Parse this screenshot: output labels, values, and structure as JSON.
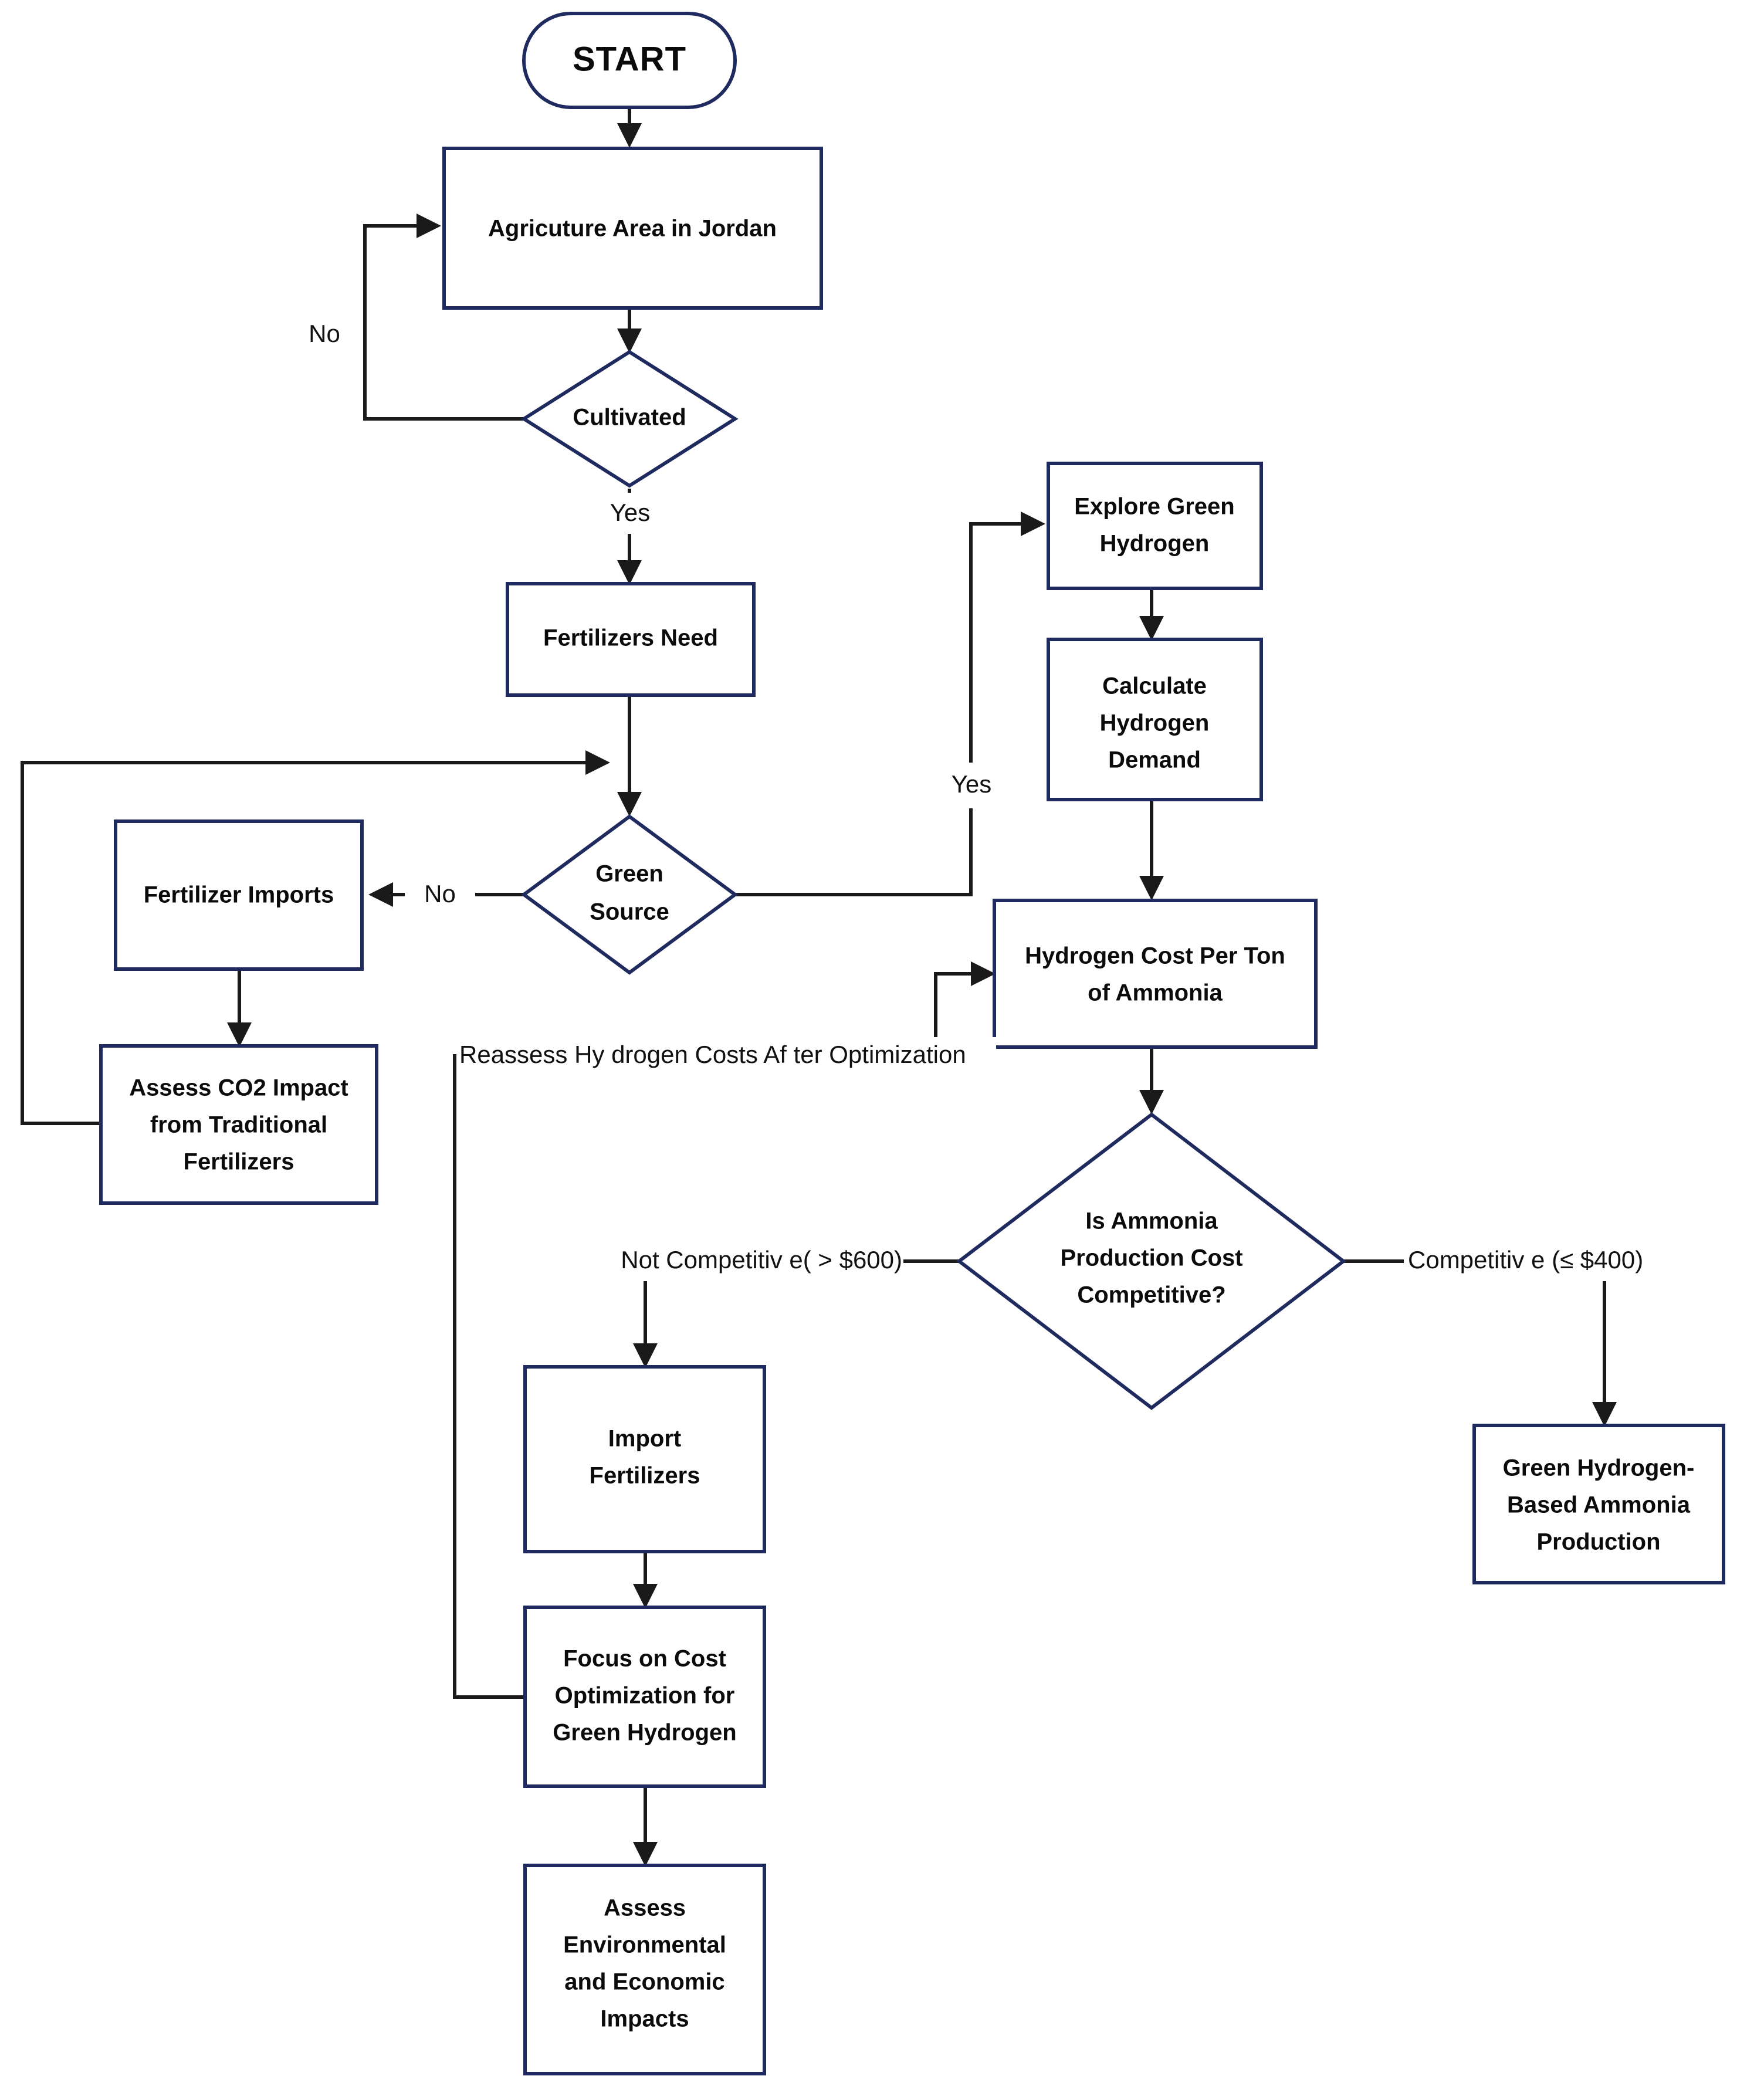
{
  "diagram": {
    "title": "Green Hydrogen Ammonia Fertilizer Decision Flowchart",
    "colors": {
      "node_border": "#1F2A5E",
      "node_fill": "#ffffff",
      "edge_stroke": "#1a1a1a",
      "text": "#0b0b0b",
      "background": "#ffffff"
    },
    "nodes": [
      {
        "id": "start",
        "shape": "stadium",
        "lines": [
          "START"
        ]
      },
      {
        "id": "agri_area",
        "shape": "rectangle",
        "lines": [
          "Agricuture Area in Jordan"
        ]
      },
      {
        "id": "cultivated",
        "shape": "diamond",
        "lines": [
          "Cultivated"
        ]
      },
      {
        "id": "fert_need",
        "shape": "rectangle",
        "lines": [
          "Fertilizers Need"
        ]
      },
      {
        "id": "green_source",
        "shape": "diamond",
        "lines": [
          "Green",
          "Source"
        ]
      },
      {
        "id": "fert_imports",
        "shape": "rectangle",
        "lines": [
          "Fertilizer Imports"
        ]
      },
      {
        "id": "assess_co2",
        "shape": "rectangle",
        "lines": [
          "Assess CO2 Impact",
          "from Traditional",
          "Fertilizers"
        ]
      },
      {
        "id": "explore_h2",
        "shape": "rectangle",
        "lines": [
          "Explore Green",
          "Hydrogen"
        ]
      },
      {
        "id": "calc_h2_demand",
        "shape": "rectangle",
        "lines": [
          "Calculate",
          "Hydrogen",
          "Demand"
        ]
      },
      {
        "id": "h2_cost_ton",
        "shape": "rectangle",
        "lines": [
          "Hydrogen Cost Per Ton",
          "of Ammonia"
        ]
      },
      {
        "id": "ammonia_cost_q",
        "shape": "diamond",
        "lines": [
          "Is Ammonia",
          "Production Cost",
          "Competitive?"
        ]
      },
      {
        "id": "import_fert",
        "shape": "rectangle",
        "lines": [
          "Import",
          "Fertilizers"
        ]
      },
      {
        "id": "focus_cost_opt",
        "shape": "rectangle",
        "lines": [
          "Focus on Cost",
          "Optimization for",
          "Green Hydrogen"
        ]
      },
      {
        "id": "assess_env_econ",
        "shape": "rectangle",
        "lines": [
          "Assess",
          "Environmental",
          "and Economic",
          "Impacts"
        ]
      },
      {
        "id": "green_ammonia",
        "shape": "rectangle",
        "lines": [
          "Green Hydrogen-",
          "Based Ammonia",
          "Production"
        ]
      }
    ],
    "edge_labels": [
      {
        "id": "cultivated_no",
        "text": "No"
      },
      {
        "id": "cultivated_yes",
        "text": "Yes"
      },
      {
        "id": "green_source_no",
        "text": "No"
      },
      {
        "id": "green_source_yes",
        "text": "Yes"
      },
      {
        "id": "reassess_loop",
        "text": "Reassess Hy drogen Costs Af ter Optimization"
      },
      {
        "id": "not_competitive",
        "text": "Not Competitiv e( > $600)"
      },
      {
        "id": "competitive",
        "text": "Competitiv e (≤ $400)"
      }
    ]
  }
}
